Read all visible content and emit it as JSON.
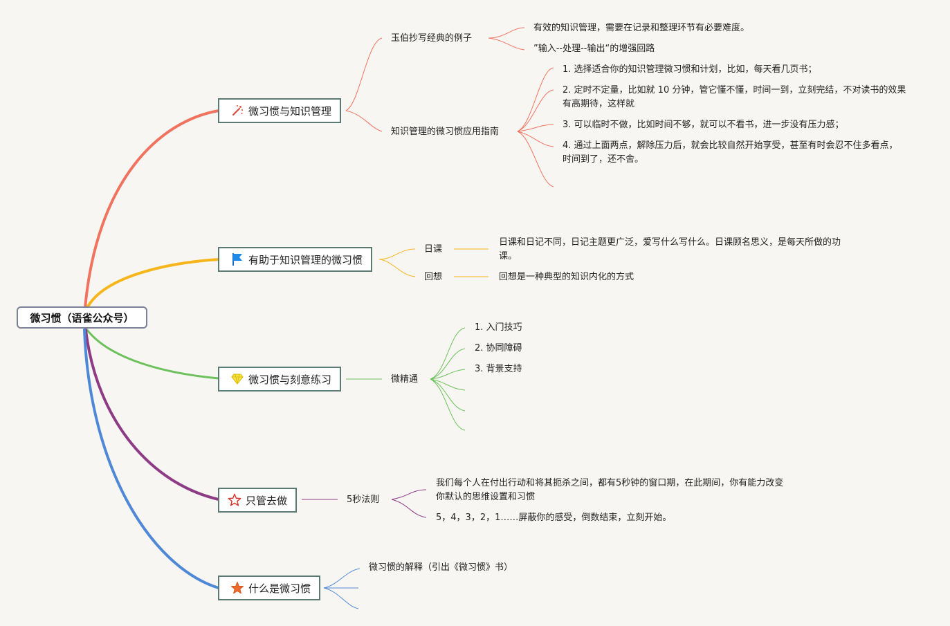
{
  "root": {
    "label": "微习惯（语雀公众号）"
  },
  "branches": [
    {
      "label": "微习惯与知识管理",
      "icon": "magic-wand-icon",
      "color": "#f0735f",
      "children": [
        {
          "label": "玉伯抄写经典的例子",
          "children": [
            "有效的知识管理，需要在记录和整理环节有必要难度。",
            "”输入--处理--输出“的增强回路"
          ]
        },
        {
          "label": "知识管理的微习惯应用指南",
          "children": [
            "1. 选择适合你的知识管理微习惯和计划，比如，每天看几页书；",
            "2. 定时不定量，比如就 10 分钟，管它懂不懂，时间一到，立刻完结，不对读书的效果有高期待，这样就",
            "3. 可以临时不做，比如时间不够，就可以不看书，进一步没有压力感；",
            "4. 通过上面两点，解除压力后，就会比较自然开始享受，甚至有时会忍不住多看点，时间到了，还不舍。"
          ]
        }
      ]
    },
    {
      "label": "有助于知识管理的微习惯",
      "icon": "flag-icon",
      "color": "#f7b51c",
      "children": [
        {
          "label": "日课",
          "children": [
            "日课和日记不同，日记主题更广泛，爱写什么写什么。日课顾名思义，是每天所做的功课。"
          ]
        },
        {
          "label": "回想",
          "children": [
            "回想是一种典型的知识内化的方式"
          ]
        }
      ]
    },
    {
      "label": "微习惯与刻意练习",
      "icon": "diamond-icon",
      "color": "#6cc15b",
      "children": [
        {
          "label": "微精通",
          "children": [
            "1. 入门技巧",
            "2. 协同障碍",
            "3. 背景支持"
          ]
        }
      ]
    },
    {
      "label": "只管去做",
      "icon": "star-outline-icon",
      "color": "#8e3b86",
      "children": [
        {
          "label": "5秒法则",
          "children": [
            "我们每个人在付出行动和将其扼杀之间，都有5秒钟的窗口期，在此期间，你有能力改变你默认的思维设置和习惯",
            "5，4，3，2，1……屏蔽你的感受，倒数结束，立刻开始。"
          ]
        }
      ]
    },
    {
      "label": "什么是微习惯",
      "icon": "star-filled-icon",
      "color": "#4f88d6",
      "children": [
        {
          "label": "微习惯的解释（引出《微习惯》书）"
        }
      ]
    }
  ]
}
